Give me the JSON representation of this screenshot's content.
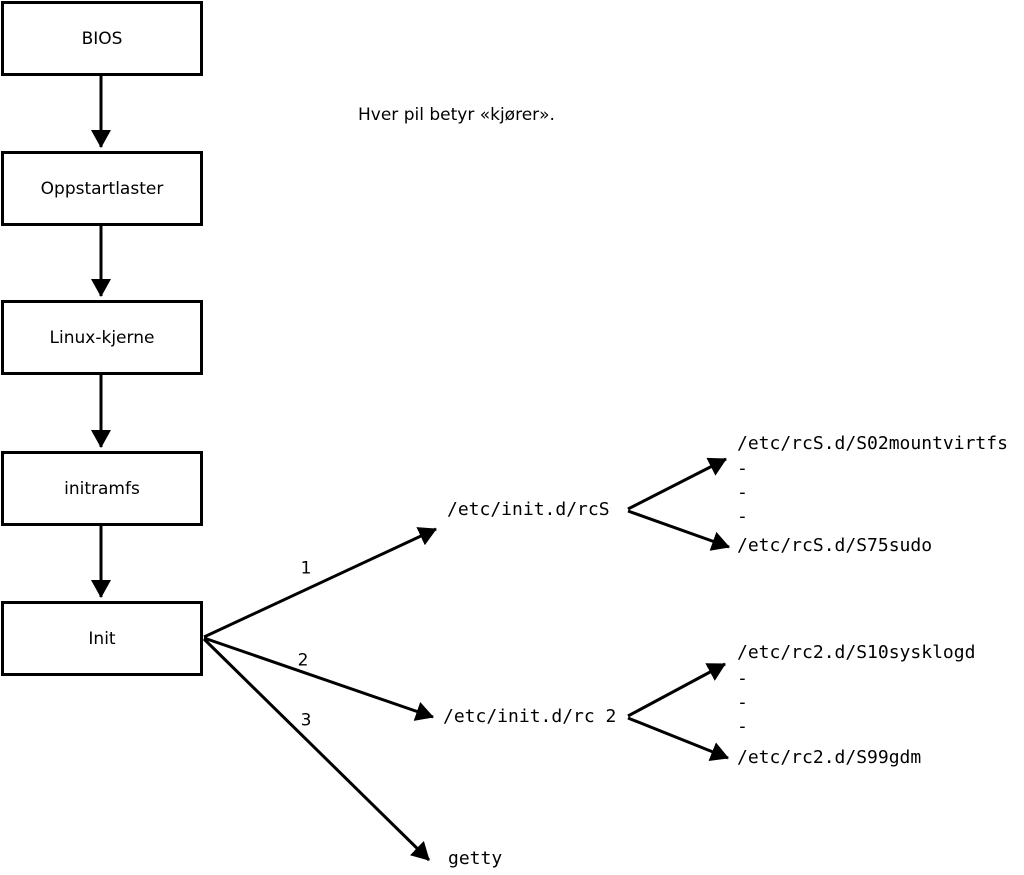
{
  "note": "Hver pil betyr «kjører».",
  "boot_chain": [
    "BIOS",
    "Oppstartlaster",
    "Linux-kjerne",
    "initramfs",
    "Init"
  ],
  "init_branches": [
    {
      "order": "1",
      "target": "/etc/init.d/rcS",
      "children": [
        "/etc/rcS.d/S02mountvirtfs",
        "-",
        "-",
        "-",
        "/etc/rcS.d/S75sudo"
      ]
    },
    {
      "order": "2",
      "target": "/etc/init.d/rc 2",
      "children": [
        "/etc/rc2.d/S10sysklogd",
        "-",
        "-",
        "-",
        "/etc/rc2.d/S99gdm"
      ]
    },
    {
      "order": "3",
      "target": "getty",
      "children": []
    }
  ],
  "colors": {
    "ink": "#000000",
    "background": "#ffffff"
  }
}
